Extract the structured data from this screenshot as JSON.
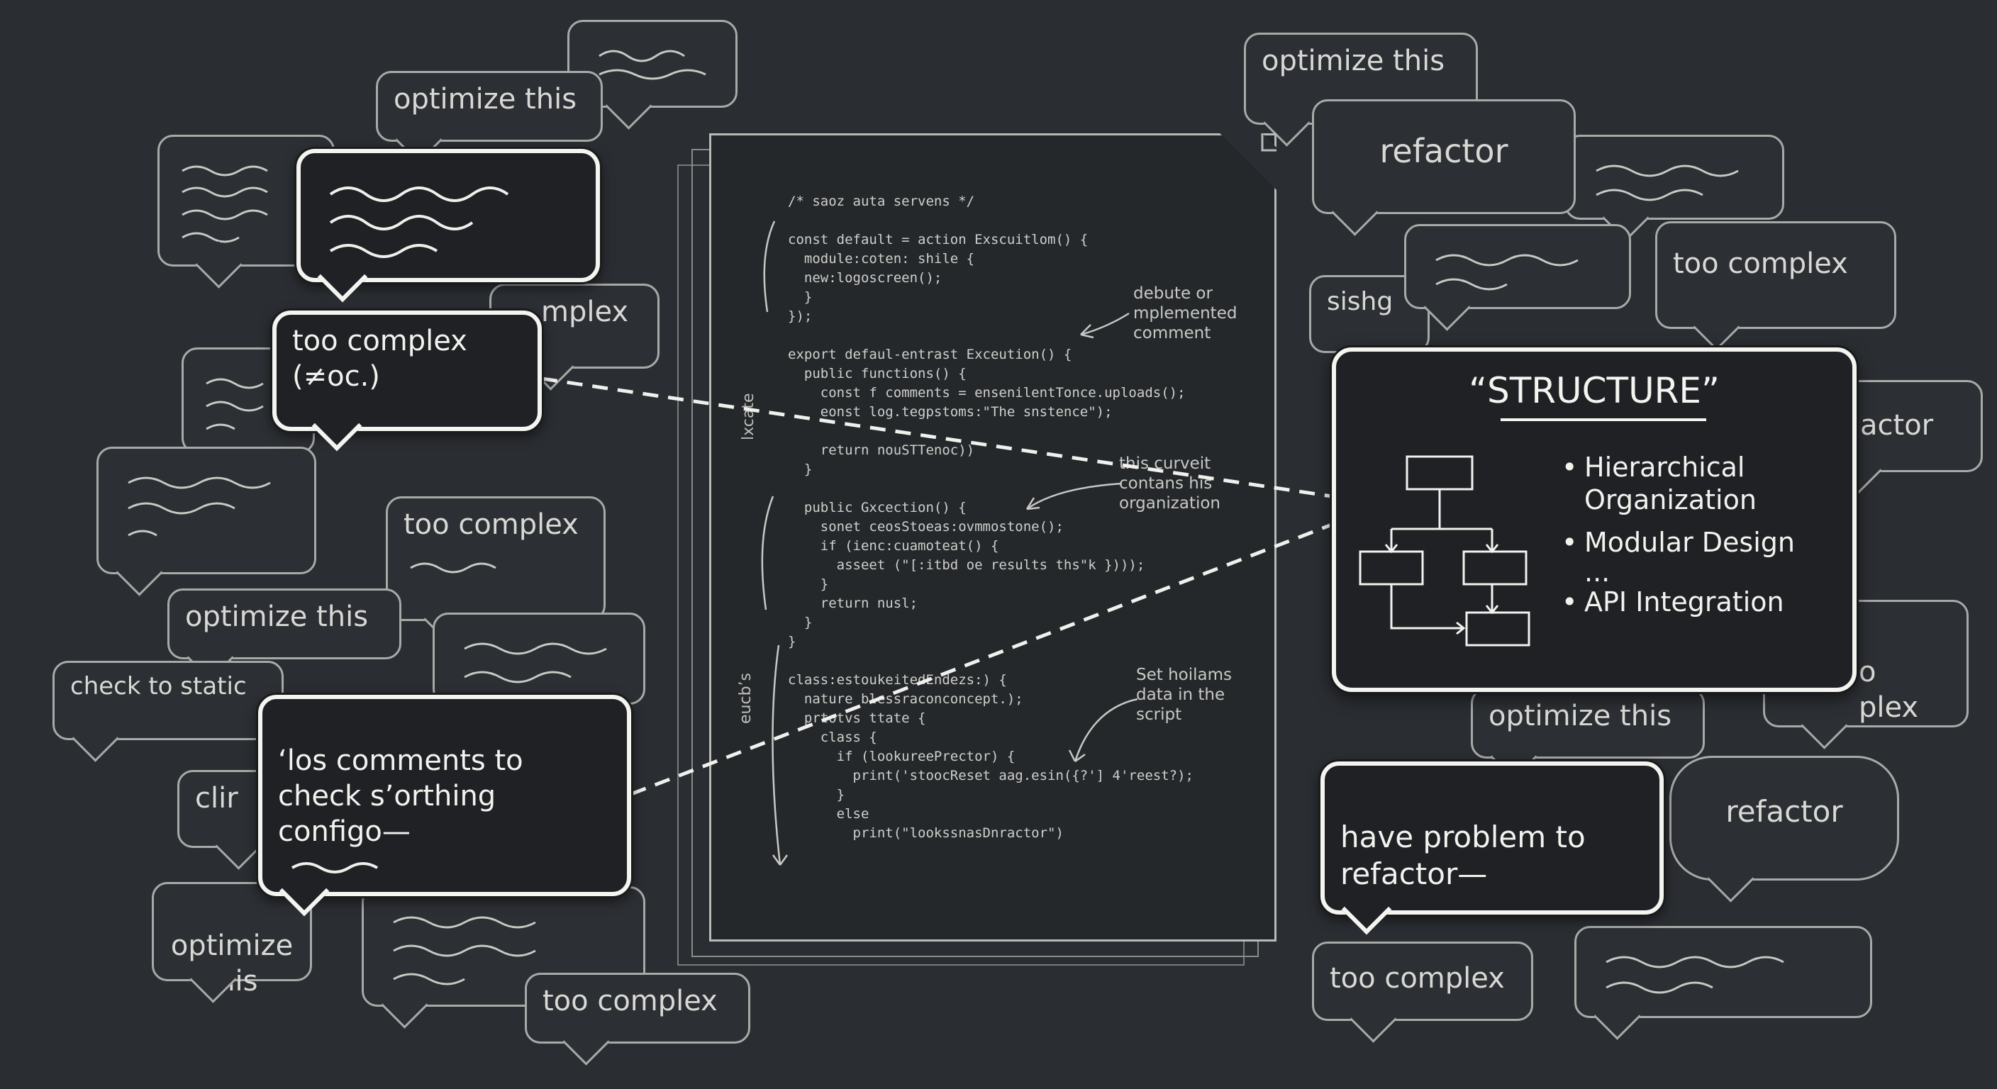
{
  "bubbles": {
    "optimize_1": "optimize this",
    "too_complex_hl": "too complex",
    "too_complex_hl_sub": "(≠oc.)",
    "complex_partial": "mplex",
    "too_complex_left": "too complex",
    "optimize_left": "optimize this",
    "check_static": "check to static",
    "comments_hl": "‘los comments to\ncheck s’orthing\nconfigo—",
    "cli_partial": "clir",
    "optimize_bottom_left": "optimize\nthis",
    "too_complex_bottom": "too complex",
    "optimize_top_right": "optimize this",
    "refactor_top_right": "refactor",
    "too_complex_right": "too complex",
    "actor_partial": "actor",
    "plex_partial": "o\nplex",
    "optimize_right": "optimize this",
    "have_problem_hl": "have problem to\nrefactor—",
    "refactor_right": "refactor",
    "too_complex_bottom_right": "too complex",
    "sishg": "sishg"
  },
  "document": {
    "code": "/* saoz auta servens */\n\nconst default = action Exscuitlom() {\n  module:coten: shile {\n  new:logoscreen();\n  }\n});\n\nexport defaul-entrast Exceution() {\n  public functions() {\n    const f comments = ensenilentTonce.uploads();\n    eonst log.tegpstoms:\"The snstence\");\n\n    return nouSTTenoc))\n  }\n\n  public Gxcection() {\n    sonet ceosStoeas:ovmmostone();\n    if (ienc:cuamoteat() {\n      asseet (\"[:itbd oe results ths\"k })));\n    }\n    return nusl;\n  }\n}\n\nclass:estoukeitedEndezs:) {\n  nature blessraconconcept.);\n  prtotvs ttate {\n    class {\n      if (lookureePrector) {\n        print('stoocReset aag.esin({?'] 4'reest?);\n      }\n      else\n        print(\"lookssnasDnractor\")",
    "side_label_top": "lxcate",
    "side_label_bottom": "eucb’s"
  },
  "annotations": {
    "debute": "debute or\nmplemented\ncomment",
    "curveit": "this curveit\ncontans his\norganization",
    "set_hoilams": "Set hoilams\ndata in the\nscript"
  },
  "structure": {
    "title": "“STRUCTURE”",
    "items": [
      "Hierarchical\nOrganization",
      "Modular Design",
      "...",
      "API Integration"
    ]
  },
  "colors": {
    "background": "#2a2d31",
    "line": "#a8aaa8",
    "highlight": "#f4f4f0"
  }
}
